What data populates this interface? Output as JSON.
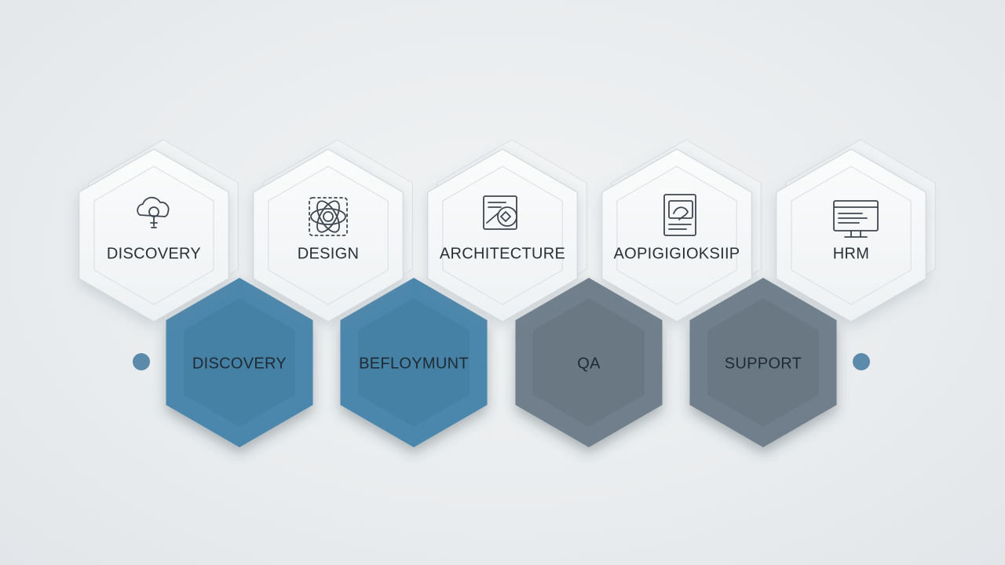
{
  "diagram": {
    "top_row": [
      {
        "label": "DISCOVERY",
        "icon": "cloud-bulb-icon"
      },
      {
        "label": "DESIGN",
        "icon": "atom-icon"
      },
      {
        "label": "ARCHITECTURE",
        "icon": "blueprint-icon"
      },
      {
        "label": "AOPIGIGIOKSIIP",
        "icon": "document-screen-icon"
      },
      {
        "label": "HRM",
        "icon": "monitor-icon"
      }
    ],
    "bottom_row": [
      {
        "label": "DISCOVERY",
        "color": "#4c87ad"
      },
      {
        "label": "BEFLOYMUNT",
        "color": "#4c87ad"
      },
      {
        "label": "QA",
        "color": "#6f7f8b"
      },
      {
        "label": "SUPPORT",
        "color": "#6f7f8b"
      }
    ],
    "colors": {
      "top_face": "#f8f9fa",
      "top_edge": "#d3d8dc",
      "blue": "#4c87ad",
      "blue_dark": "#3c7399",
      "gray": "#6f7f8b",
      "gray_dark": "#5f6e79",
      "text": "#2b3036",
      "connector_dot": "#4c7fa3"
    }
  }
}
